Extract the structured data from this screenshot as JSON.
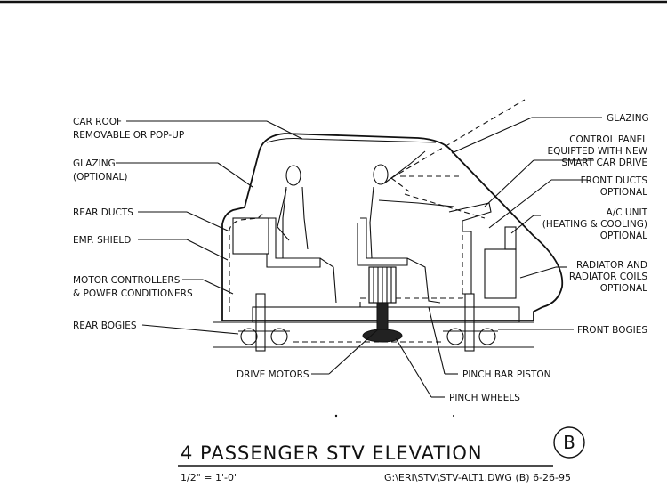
{
  "labels": {
    "car_roof": [
      "CAR ROOF",
      "REMOVABLE OR POP-UP"
    ],
    "glazing_left": [
      "GLAZING",
      "(OPTIONAL)"
    ],
    "rear_ducts": "REAR DUCTS",
    "emp_shield": "EMP. SHIELD",
    "motor_controllers": [
      "MOTOR CONTROLLERS",
      "& POWER CONDITIONERS"
    ],
    "rear_bogies": "REAR BOGIES",
    "drive_motors": "DRIVE MOTORS",
    "glazing_right": "GLAZING",
    "control_panel": [
      "CONTROL PANEL",
      "EQUIPTED WITH NEW",
      "SMART CAR DRIVE"
    ],
    "front_ducts": [
      "FRONT DUCTS",
      "OPTIONAL"
    ],
    "ac_unit": [
      "A/C UNIT",
      "(HEATING & COOLING)",
      "OPTIONAL"
    ],
    "radiator": [
      "RADIATOR AND",
      "RADIATOR COILS",
      "OPTIONAL"
    ],
    "front_bogies": "FRONT BOGIES",
    "pinch_bar_piston": "PINCH BAR PISTON",
    "pinch_wheels": "PINCH WHEELS"
  },
  "title_block": {
    "title": "4 PASSENGER STV ELEVATION",
    "revision": "B",
    "scale": "1/2\" = 1'-0\"",
    "file_ref": "G:\\ERI\\STV\\STV-ALT1.DWG (B) 6-26-95"
  }
}
